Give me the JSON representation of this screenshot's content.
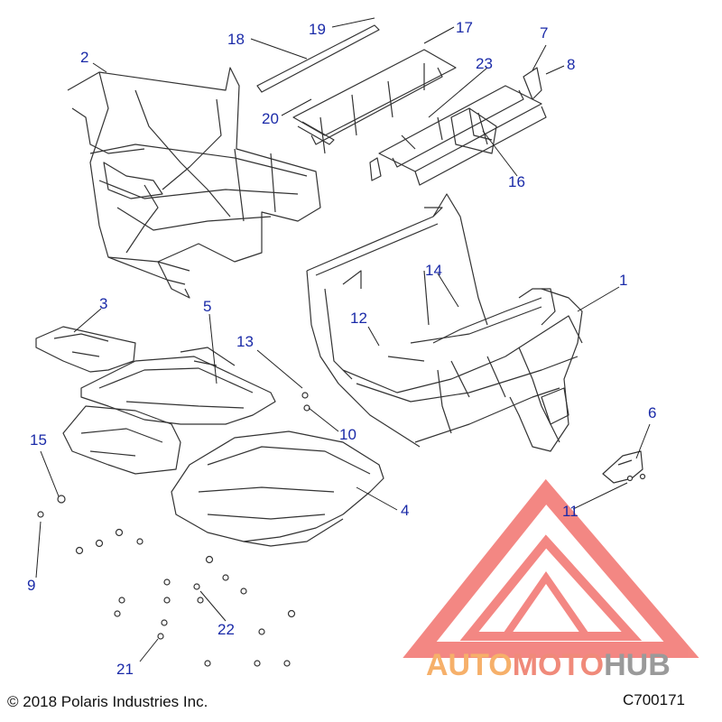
{
  "diagram": {
    "callouts": [
      {
        "id": "c1",
        "label": "1"
      },
      {
        "id": "c2",
        "label": "2"
      },
      {
        "id": "c3",
        "label": "3"
      },
      {
        "id": "c4",
        "label": "4"
      },
      {
        "id": "c5",
        "label": "5"
      },
      {
        "id": "c6",
        "label": "6"
      },
      {
        "id": "c7",
        "label": "7"
      },
      {
        "id": "c8",
        "label": "8"
      },
      {
        "id": "c9",
        "label": "9"
      },
      {
        "id": "c10",
        "label": "10"
      },
      {
        "id": "c11",
        "label": "11"
      },
      {
        "id": "c12",
        "label": "12"
      },
      {
        "id": "c13",
        "label": "13"
      },
      {
        "id": "c14",
        "label": "14"
      },
      {
        "id": "c15",
        "label": "15"
      },
      {
        "id": "c16",
        "label": "16"
      },
      {
        "id": "c17",
        "label": "17"
      },
      {
        "id": "c18",
        "label": "18"
      },
      {
        "id": "c19",
        "label": "19"
      },
      {
        "id": "c20",
        "label": "20"
      },
      {
        "id": "c21",
        "label": "21"
      },
      {
        "id": "c22",
        "label": "22"
      },
      {
        "id": "c23",
        "label": "23"
      }
    ],
    "copyright": "© 2018 Polaris Industries Inc.",
    "drawing_code": "C700171"
  },
  "watermark": {
    "text_auto": "AUTO",
    "text_moto": "MOTO",
    "text_hub": "HUB",
    "colors": {
      "triangle": "#f0605a",
      "auto": "#f6b06a",
      "moto": "#f08a7a",
      "hub": "#9a9a9a"
    }
  },
  "colors": {
    "callout": "#1a2aa8",
    "line": "#222222"
  }
}
